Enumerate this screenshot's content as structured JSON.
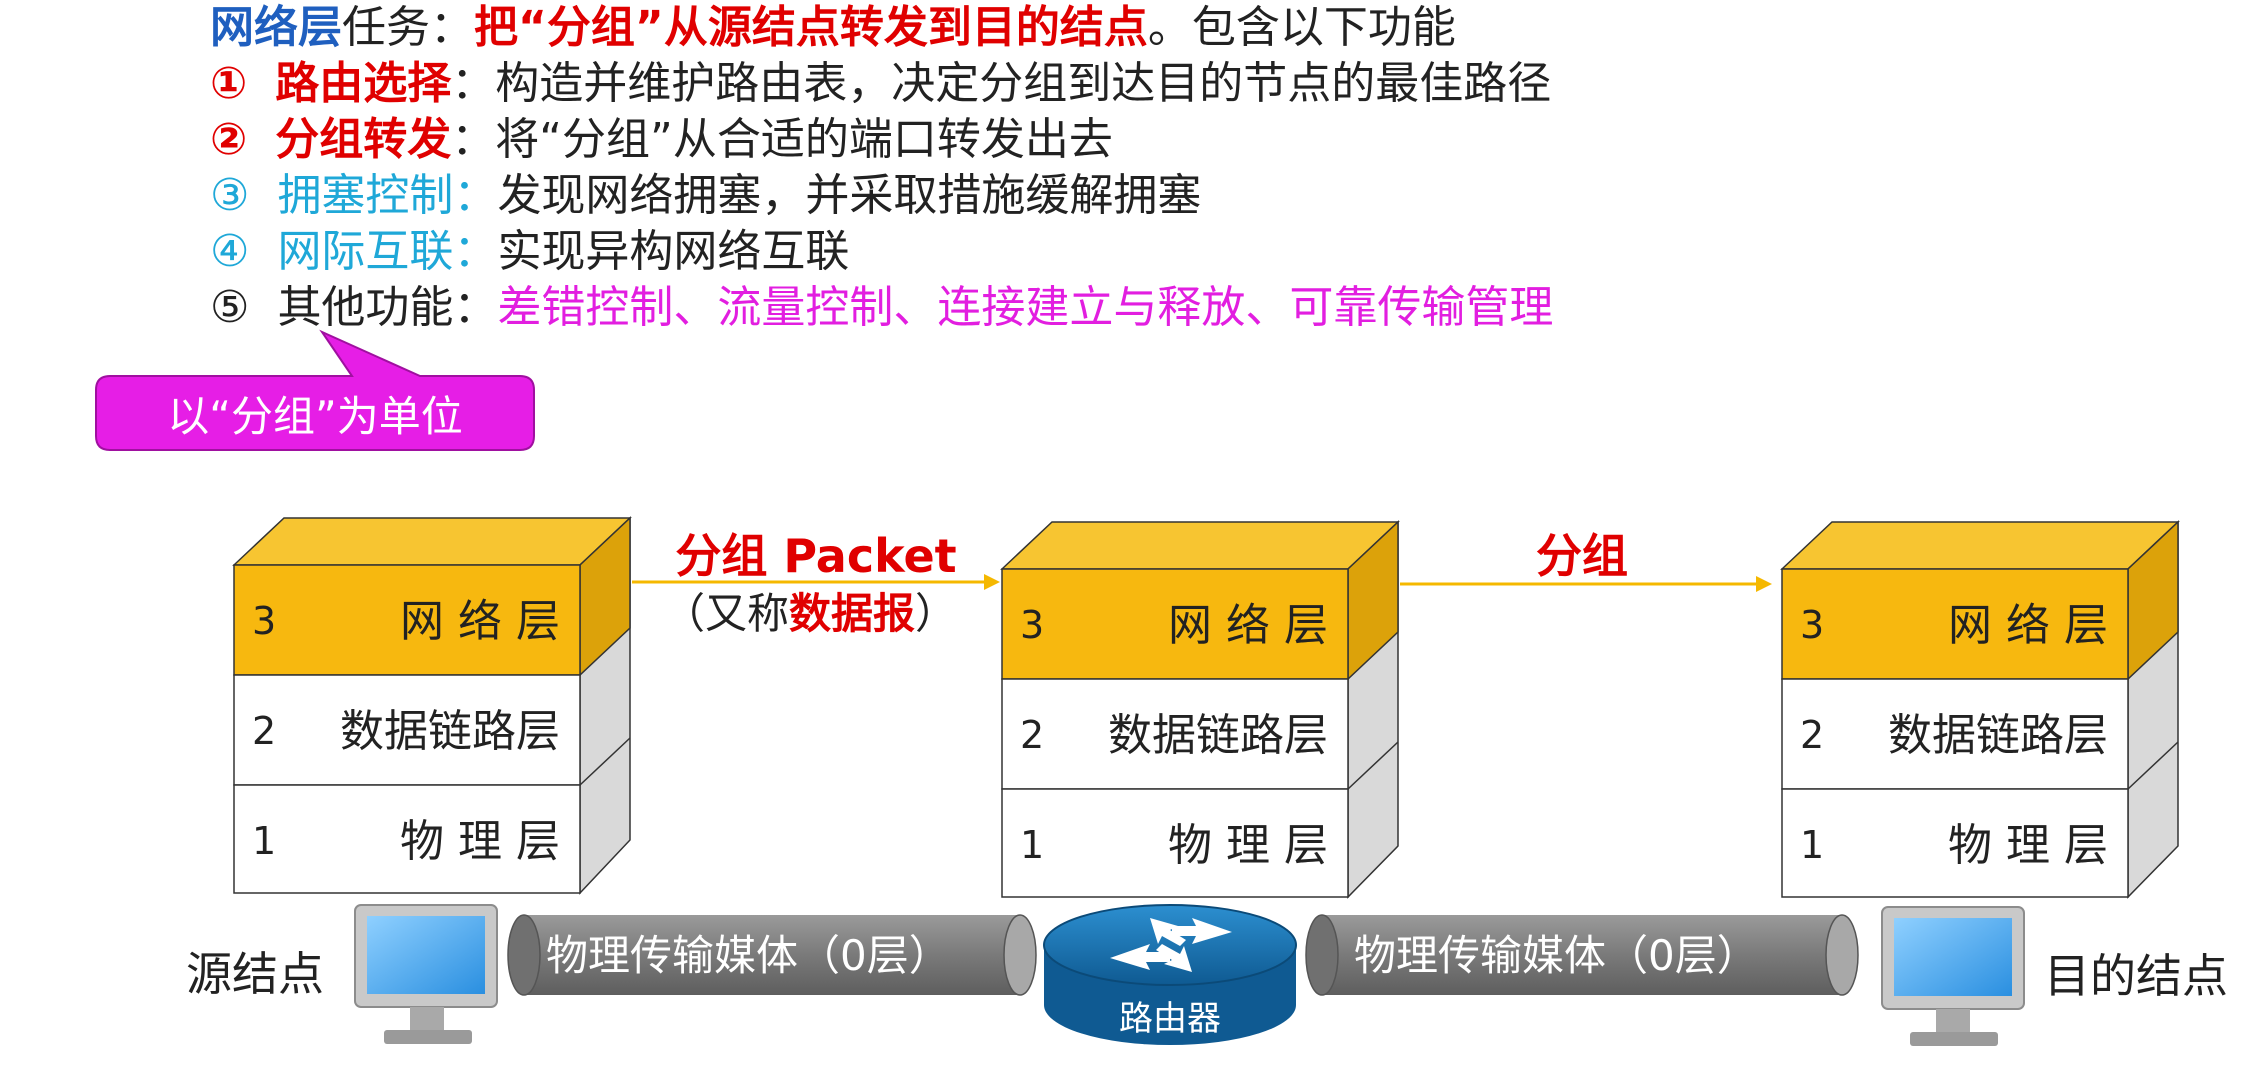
{
  "heading": {
    "term": "网络层",
    "task_label": "任务：",
    "task": "把“分组”从源结点转发到目的结点",
    "tail": "。包含以下功能"
  },
  "functions": [
    {
      "num": "①",
      "name": "路由选择",
      "colon": "：",
      "desc": "构造并维护路由表，决定分组到达目的节点的最佳路径"
    },
    {
      "num": "②",
      "name": "分组转发",
      "colon": "：",
      "desc": "将“分组”从合适的端口转发出去"
    },
    {
      "num": "③",
      "name": "拥塞控制",
      "colon": "：",
      "desc": "发现网络拥塞，并采取措施缓解拥塞"
    },
    {
      "num": "④",
      "name": "网际互联",
      "colon": "：",
      "desc": "实现异构网络互联"
    },
    {
      "num": "⑤",
      "name": "其他功能",
      "colon": "：",
      "desc": "差错控制、流量控制、连接建立与释放、可靠传输管理"
    }
  ],
  "callout": "以“分组”为单位",
  "stacks": [
    {
      "layers": [
        {
          "num": "3",
          "label": "网 络 层"
        },
        {
          "num": "2",
          "label": "数据链路层"
        },
        {
          "num": "1",
          "label": "物 理 层"
        }
      ]
    },
    {
      "layers": [
        {
          "num": "3",
          "label": "网 络 层"
        },
        {
          "num": "2",
          "label": "数据链路层"
        },
        {
          "num": "1",
          "label": "物 理 层"
        }
      ]
    },
    {
      "layers": [
        {
          "num": "3",
          "label": "网 络 层"
        },
        {
          "num": "2",
          "label": "数据链路层"
        },
        {
          "num": "1",
          "label": "物 理 层"
        }
      ]
    }
  ],
  "arrow1": {
    "label": "分组 Packet",
    "sub_prefix": "（又称",
    "sub_bold": "数据报",
    "sub_suffix": "）"
  },
  "arrow2": {
    "label": "分组"
  },
  "media": [
    "物理传输媒体（0层）",
    "物理传输媒体（0层）"
  ],
  "router_label": "路由器",
  "source_node": "源结点",
  "dest_node": "目的结点",
  "colors": {
    "network_layer": "#f7b80f",
    "network_layer_side": "#dca20a",
    "layer_side_gray": "#d9d9d9",
    "arrow": "#f5b800",
    "tube": "#7f7f7f",
    "router": "#1a6fa8",
    "callout": "#e61ee6"
  }
}
